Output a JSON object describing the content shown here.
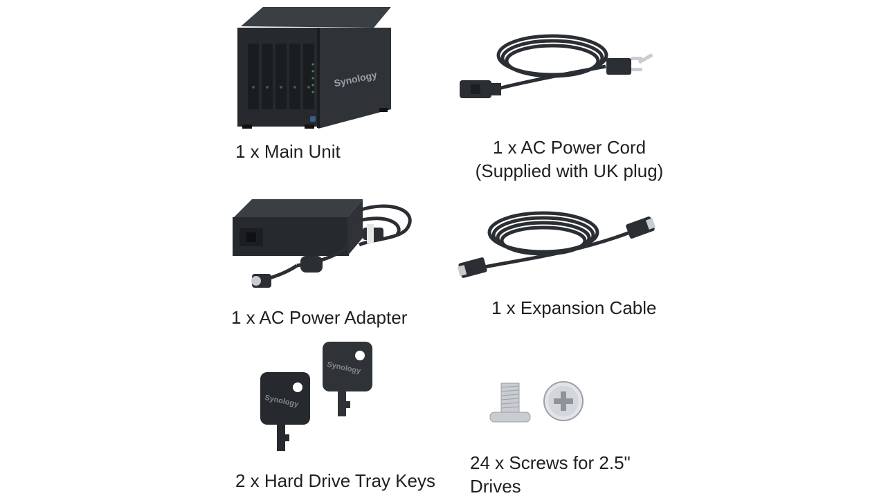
{
  "items": [
    {
      "id": "main-unit",
      "label": "1 x Main Unit",
      "icon": "nas-unit-icon",
      "brand": "Synology"
    },
    {
      "id": "ac-power-cord",
      "label": "1 x AC Power Cord",
      "sublabel": "(Supplied with UK plug)",
      "icon": "power-cord-icon"
    },
    {
      "id": "ac-power-adapter",
      "label": "1 x AC Power Adapter",
      "icon": "power-adapter-icon"
    },
    {
      "id": "expansion-cable",
      "label": "1 x Expansion Cable",
      "icon": "expansion-cable-icon"
    },
    {
      "id": "tray-keys",
      "label": "2 x Hard Drive Tray Keys",
      "icon": "tray-key-icon",
      "brand": "Synology"
    },
    {
      "id": "screws",
      "label_line1": "24 x Screws for 2.5\"",
      "label_line2": "Drives",
      "icon": "screw-icon"
    }
  ],
  "colors": {
    "device": "#2b2f33",
    "device_dark": "#1c1f22",
    "device_light": "#3a3f44",
    "text": "#1f1f1f",
    "screw": "#c9ccd0"
  }
}
